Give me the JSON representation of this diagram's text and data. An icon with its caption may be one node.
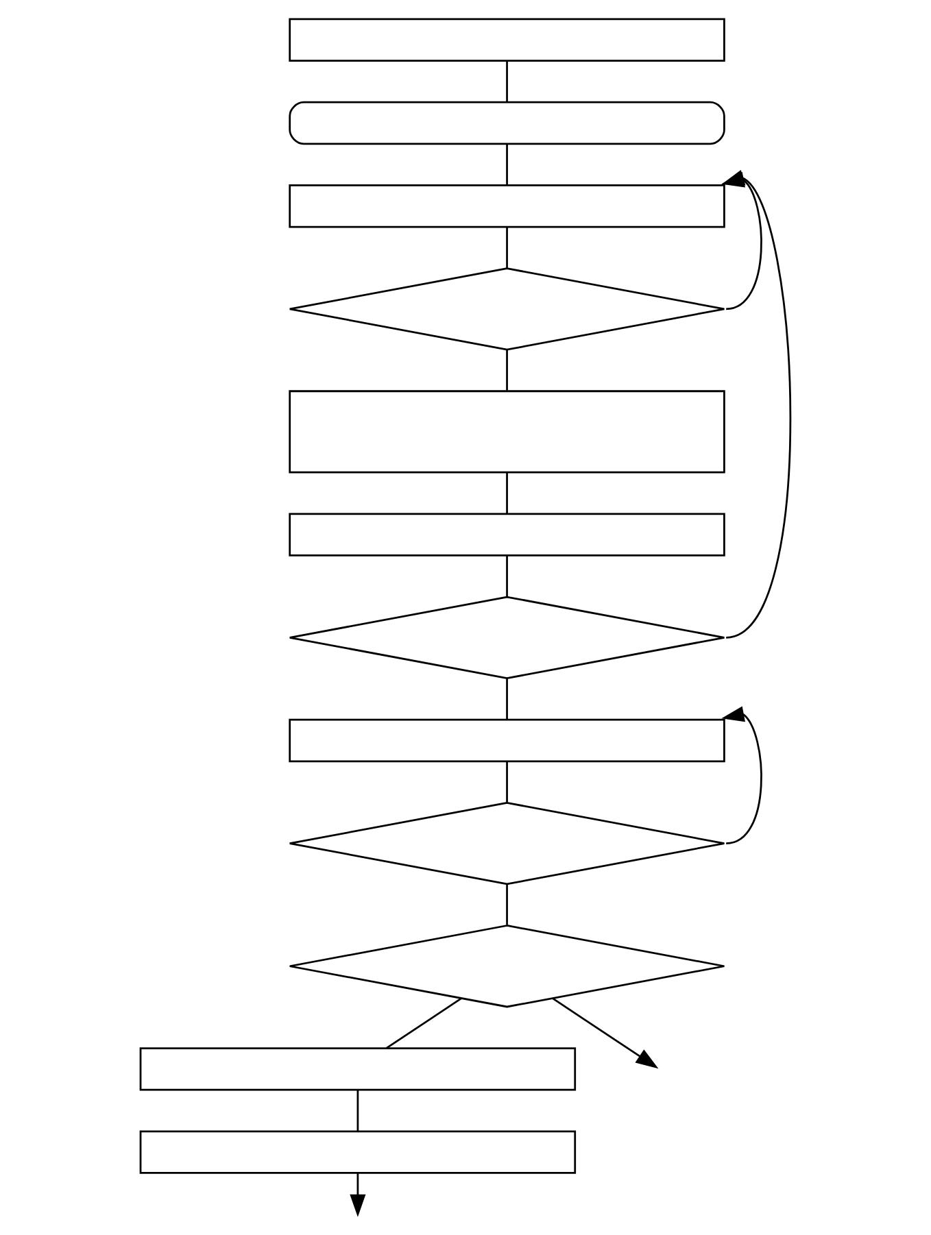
{
  "diagram": {
    "nodes": [
      {
        "text": [],
        "shape": "box"
      },
      {
        "text": [],
        "shape": "rounded"
      },
      {
        "text": [],
        "shape": "box"
      },
      {
        "text": [],
        "shape": "diamond"
      },
      {
        "text": [],
        "shape": "box"
      },
      {
        "text": [],
        "shape": "box"
      },
      {
        "text": [],
        "shape": "diamond"
      },
      {
        "text": [],
        "shape": "box"
      },
      {
        "text": [],
        "shape": "diamond"
      },
      {
        "text": [],
        "shape": "diamond"
      },
      {
        "text": [],
        "shape": "box"
      },
      {
        "text": [],
        "shape": "box"
      }
    ],
    "edges": [
      {
        "from": 0,
        "to": 1,
        "arrow": "none"
      },
      {
        "from": 1,
        "to": 2,
        "arrow": "none"
      },
      {
        "from": 2,
        "to": 3,
        "arrow": "none"
      },
      {
        "from": 3,
        "to": 2,
        "arrow": "to"
      },
      {
        "from": 3,
        "to": 4,
        "arrow": "none"
      },
      {
        "from": 4,
        "to": 5,
        "arrow": "none"
      },
      {
        "from": 5,
        "to": 6,
        "arrow": "none"
      },
      {
        "from": 6,
        "to": 2,
        "arrow": "to"
      },
      {
        "from": 6,
        "to": 7,
        "arrow": "none"
      },
      {
        "from": 7,
        "to": 8,
        "arrow": "none"
      },
      {
        "from": 8,
        "to": 7,
        "arrow": "to"
      },
      {
        "from": 8,
        "to": 9,
        "arrow": "none"
      },
      {
        "from": 9,
        "to": 10,
        "arrow": "none"
      },
      {
        "from": 10,
        "to": 11,
        "arrow": "none"
      },
      {
        "from": 11,
        "to": null,
        "arrow": "to"
      },
      {
        "from": 9,
        "to": null,
        "arrow": "to"
      }
    ]
  }
}
